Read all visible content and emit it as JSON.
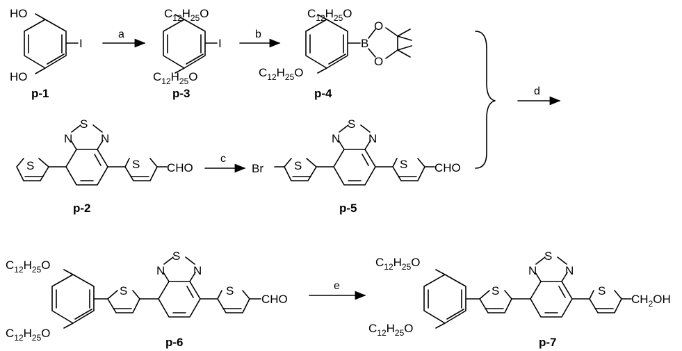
{
  "labels": {
    "p1": "p-1",
    "p2": "p-2",
    "p3": "p-3",
    "p4": "p-4",
    "p5": "p-5",
    "p6": "p-6",
    "p7": "p-7"
  },
  "reagents": {
    "a": "a",
    "b": "b",
    "c": "c",
    "d": "d",
    "e": "e"
  },
  "atoms": {
    "ho": "HO",
    "i": "I",
    "s": "S",
    "n": "N",
    "o": "O",
    "b": "B",
    "br": "Br",
    "cho": "CHO",
    "c": "C",
    "h": "H",
    "oh": "OH",
    "sub12": "12",
    "sub25": "25",
    "sub2": "2"
  }
}
